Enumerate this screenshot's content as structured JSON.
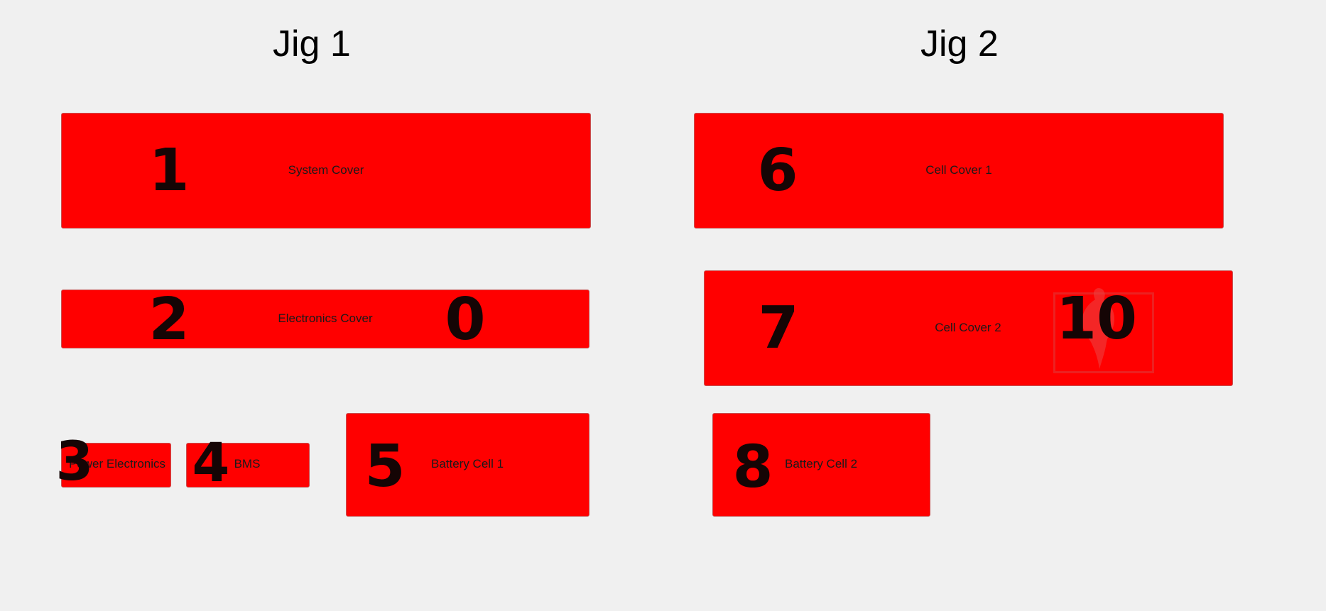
{
  "jigs": [
    {
      "title": "Jig 1"
    },
    {
      "title": "Jig 2"
    }
  ],
  "parts": {
    "system_cover": {
      "label": "System Cover",
      "marker": "1"
    },
    "electronics_cover": {
      "label": "Electronics Cover",
      "marker": "2",
      "extra_marker": "0"
    },
    "power_electronics": {
      "label": "Power Electronics",
      "marker": "3"
    },
    "bms": {
      "label": "BMS",
      "marker": "4"
    },
    "battery_cell_1": {
      "label": "Battery Cell 1",
      "marker": "5"
    },
    "cell_cover_1": {
      "label": "Cell Cover 1",
      "marker": "6"
    },
    "cell_cover_2": {
      "label": "Cell Cover 2",
      "marker": "7",
      "extra_marker": "10"
    },
    "battery_cell_2": {
      "label": "Battery Cell 2",
      "marker": "8"
    }
  },
  "colors": {
    "part_fill": "#ff0000",
    "background": "#f0f0f0",
    "marker": "#150505"
  }
}
